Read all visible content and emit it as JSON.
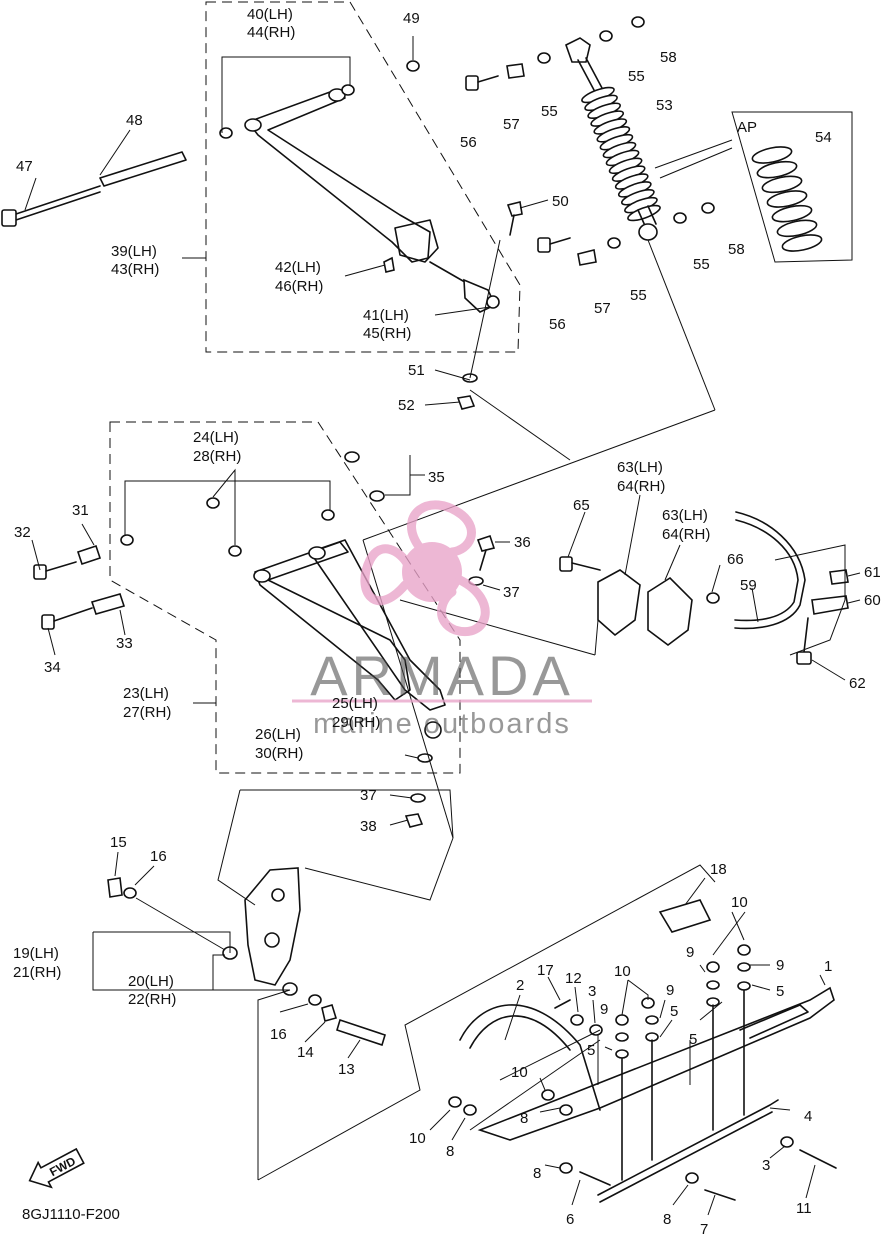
{
  "diagram_code": "8GJ1110-F200",
  "fwd_label": "FWD",
  "watermark": {
    "brand": "ARMADA",
    "tagline": "marine outboards",
    "color": "#e9a3c9"
  },
  "inset_label": "AP",
  "callouts": [
    {
      "id": "c1",
      "text": "1"
    },
    {
      "id": "c2",
      "text": "2"
    },
    {
      "id": "c3a",
      "text": "3"
    },
    {
      "id": "c3b",
      "text": "3"
    },
    {
      "id": "c4",
      "text": "4"
    },
    {
      "id": "c5a",
      "text": "5"
    },
    {
      "id": "c5b",
      "text": "5"
    },
    {
      "id": "c5c",
      "text": "5"
    },
    {
      "id": "c5d",
      "text": "5"
    },
    {
      "id": "c6",
      "text": "6"
    },
    {
      "id": "c7",
      "text": "7"
    },
    {
      "id": "c8a",
      "text": "8"
    },
    {
      "id": "c8b",
      "text": "8"
    },
    {
      "id": "c8c",
      "text": "8"
    },
    {
      "id": "c8d",
      "text": "8"
    },
    {
      "id": "c9a",
      "text": "9"
    },
    {
      "id": "c9b",
      "text": "9"
    },
    {
      "id": "c9c",
      "text": "9"
    },
    {
      "id": "c9d",
      "text": "9"
    },
    {
      "id": "c10a",
      "text": "10"
    },
    {
      "id": "c10b",
      "text": "10"
    },
    {
      "id": "c10c",
      "text": "10"
    },
    {
      "id": "c10d",
      "text": "10"
    },
    {
      "id": "c11",
      "text": "11"
    },
    {
      "id": "c12",
      "text": "12"
    },
    {
      "id": "c13",
      "text": "13"
    },
    {
      "id": "c14",
      "text": "14"
    },
    {
      "id": "c15",
      "text": "15"
    },
    {
      "id": "c16a",
      "text": "16"
    },
    {
      "id": "c16b",
      "text": "16"
    },
    {
      "id": "c17",
      "text": "17"
    },
    {
      "id": "c18",
      "text": "18"
    },
    {
      "id": "c19",
      "text": "19(LH)"
    },
    {
      "id": "c21",
      "text": "21(RH)"
    },
    {
      "id": "c20",
      "text": "20(LH)"
    },
    {
      "id": "c22",
      "text": "22(RH)"
    },
    {
      "id": "c23",
      "text": "23(LH)"
    },
    {
      "id": "c27",
      "text": "27(RH)"
    },
    {
      "id": "c24",
      "text": "24(LH)"
    },
    {
      "id": "c28",
      "text": "28(RH)"
    },
    {
      "id": "c25",
      "text": "25(LH)"
    },
    {
      "id": "c29",
      "text": "29(RH)"
    },
    {
      "id": "c26",
      "text": "26(LH)"
    },
    {
      "id": "c30",
      "text": "30(RH)"
    },
    {
      "id": "c31",
      "text": "31"
    },
    {
      "id": "c32",
      "text": "32"
    },
    {
      "id": "c33",
      "text": "33"
    },
    {
      "id": "c34",
      "text": "34"
    },
    {
      "id": "c35",
      "text": "35"
    },
    {
      "id": "c36",
      "text": "36"
    },
    {
      "id": "c37a",
      "text": "37"
    },
    {
      "id": "c37b",
      "text": "37"
    },
    {
      "id": "c38",
      "text": "38"
    },
    {
      "id": "c39",
      "text": "39(LH)"
    },
    {
      "id": "c43",
      "text": "43(RH)"
    },
    {
      "id": "c40",
      "text": "40(LH)"
    },
    {
      "id": "c44",
      "text": "44(RH)"
    },
    {
      "id": "c41",
      "text": "41(LH)"
    },
    {
      "id": "c45",
      "text": "45(RH)"
    },
    {
      "id": "c42",
      "text": "42(LH)"
    },
    {
      "id": "c46",
      "text": "46(RH)"
    },
    {
      "id": "c47",
      "text": "47"
    },
    {
      "id": "c48",
      "text": "48"
    },
    {
      "id": "c49",
      "text": "49"
    },
    {
      "id": "c50",
      "text": "50"
    },
    {
      "id": "c51",
      "text": "51"
    },
    {
      "id": "c52",
      "text": "52"
    },
    {
      "id": "c53",
      "text": "53"
    },
    {
      "id": "c54",
      "text": "54"
    },
    {
      "id": "c55a",
      "text": "55"
    },
    {
      "id": "c55b",
      "text": "55"
    },
    {
      "id": "c55c",
      "text": "55"
    },
    {
      "id": "c55d",
      "text": "55"
    },
    {
      "id": "c56a",
      "text": "56"
    },
    {
      "id": "c56b",
      "text": "56"
    },
    {
      "id": "c57a",
      "text": "57"
    },
    {
      "id": "c57b",
      "text": "57"
    },
    {
      "id": "c58a",
      "text": "58"
    },
    {
      "id": "c58b",
      "text": "58"
    },
    {
      "id": "c59",
      "text": "59"
    },
    {
      "id": "c60",
      "text": "60"
    },
    {
      "id": "c61",
      "text": "61"
    },
    {
      "id": "c62",
      "text": "62"
    },
    {
      "id": "c63a",
      "text": "63(LH)"
    },
    {
      "id": "c64a",
      "text": "64(RH)"
    },
    {
      "id": "c63b",
      "text": "63(LH)"
    },
    {
      "id": "c64b",
      "text": "64(RH)"
    },
    {
      "id": "c65",
      "text": "65"
    },
    {
      "id": "c66",
      "text": "66"
    }
  ]
}
